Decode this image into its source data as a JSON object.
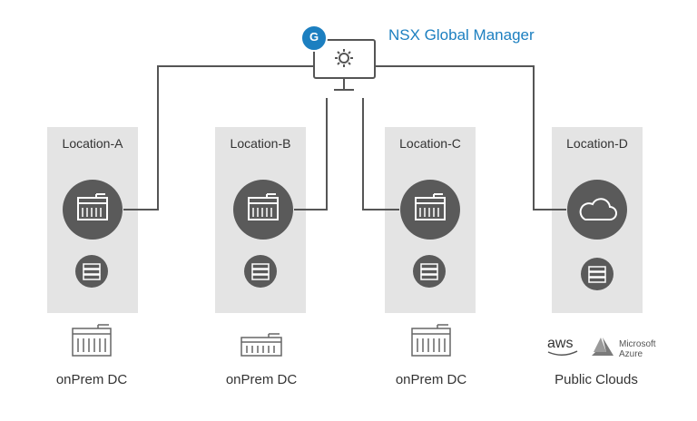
{
  "global_manager": {
    "title": "NSX Global Manager",
    "badge": "G",
    "accent_color": "#1c7fc0",
    "icon": "monitor-gear-icon"
  },
  "locations": [
    {
      "label": "Location-A",
      "site_icon": "building-icon",
      "server_icon": "server-rack-icon",
      "footer": "onPrem DC",
      "footer_icon": "datacenter-building-icon"
    },
    {
      "label": "Location-B",
      "site_icon": "building-icon",
      "server_icon": "server-rack-icon",
      "footer": "onPrem DC",
      "footer_icon": "datacenter-low-building-icon"
    },
    {
      "label": "Location-C",
      "site_icon": "building-icon",
      "server_icon": "server-rack-icon",
      "footer": "onPrem DC",
      "footer_icon": "datacenter-building-icon"
    },
    {
      "label": "Location-D",
      "site_icon": "cloud-icon",
      "server_icon": "server-rack-icon",
      "footer": "Public Clouds",
      "footer_icon": "cloud-provider-logos"
    }
  ],
  "cloud_brands": {
    "aws": "aws",
    "azure_line1": "Microsoft",
    "azure_line2": "Azure"
  },
  "colors": {
    "column_bg": "#e4e4e4",
    "node": "#5a5a5a",
    "line": "#555555"
  }
}
